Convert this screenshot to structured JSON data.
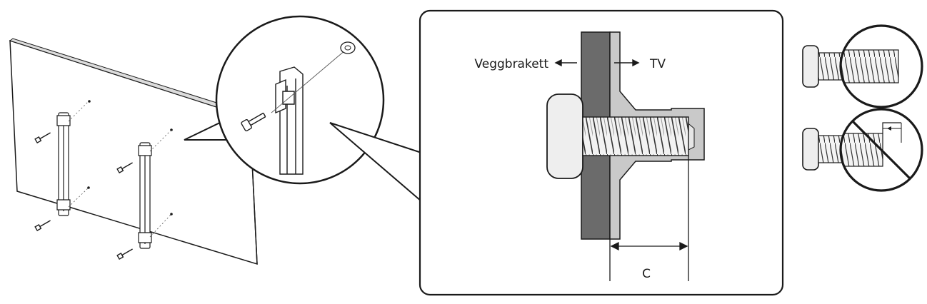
{
  "labels": {
    "wall_bracket": "Veggbrakett",
    "tv": "TV",
    "dimension": "C"
  },
  "icons": {
    "tv_panel": "tv-panel-icon",
    "bracket": "wall-bracket-icon",
    "screw": "screw-icon",
    "magnifier": "magnifier-circle-icon",
    "prohibited": "prohibited-icon"
  },
  "colors": {
    "line": "#1a1a1a",
    "bracket_fill": "#6b6b6b",
    "tv_fill": "#c9c9c9",
    "screw_fill": "#eeeeee"
  }
}
